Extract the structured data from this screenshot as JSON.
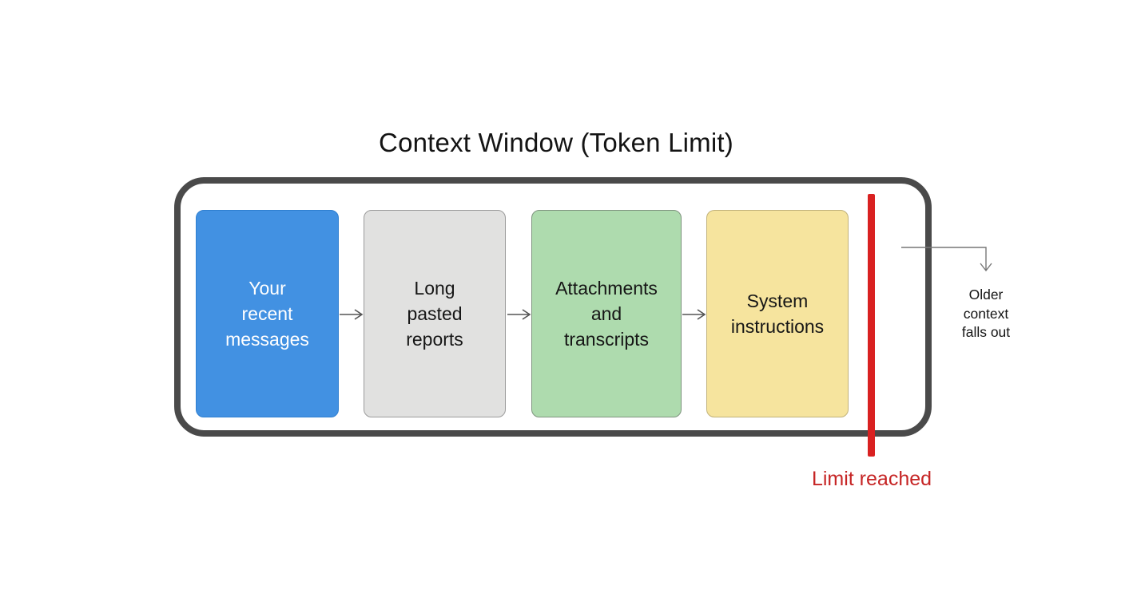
{
  "title": "Context Window (Token Limit)",
  "diagram": {
    "container_name": "context-window-frame",
    "boxes": [
      {
        "id": "recent-messages",
        "label": "Your\nrecent\nmessages",
        "bg": "#4291e2",
        "text_color": "#ffffff"
      },
      {
        "id": "pasted-reports",
        "label": "Long\npasted\nreports",
        "bg": "#e1e1e0",
        "text_color": "#161616"
      },
      {
        "id": "attachments",
        "label": "Attachments\nand\ntranscripts",
        "bg": "#aedbae",
        "text_color": "#161616"
      },
      {
        "id": "system-instructions",
        "label": "System\ninstructions",
        "bg": "#f6e49e",
        "text_color": "#161616"
      }
    ],
    "limit": {
      "label": "Limit reached",
      "line_color": "#d92121",
      "label_color": "#c62525"
    },
    "overflow": {
      "label": "Older\ncontext\nfalls out"
    },
    "frame_border_color": "#4a4a4a",
    "arrow_color": "#555555"
  }
}
